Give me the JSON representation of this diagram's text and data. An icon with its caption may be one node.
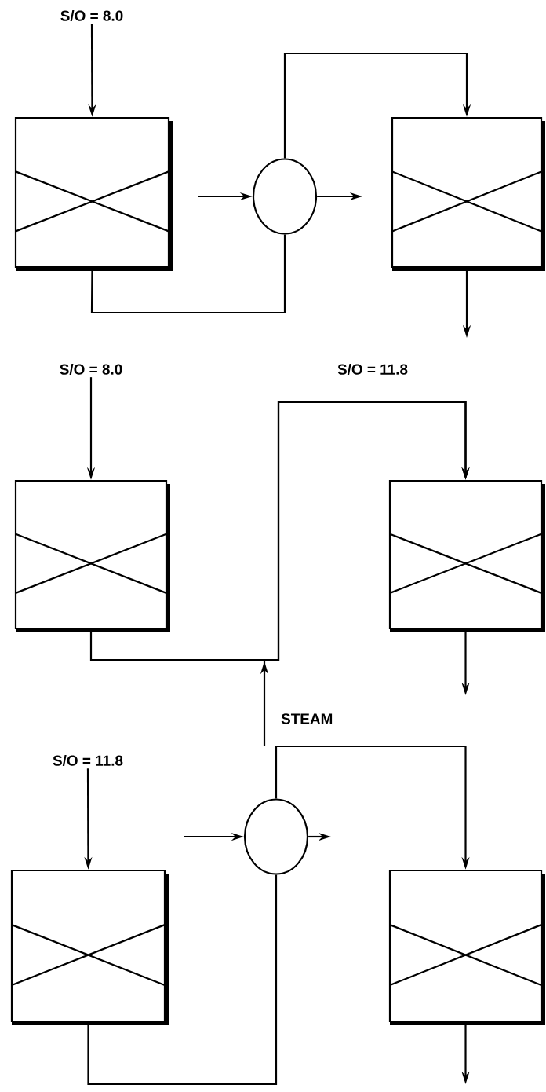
{
  "diagram": {
    "nodes": [
      {
        "text": [
          "S/O = 8.0"
        ]
      },
      {
        "text": [],
        "shape": "box"
      },
      {
        "text": [],
        "shape": "circle"
      },
      {
        "text": [],
        "shape": "box"
      },
      {
        "text": [
          "S/O = 8.0"
        ]
      },
      {
        "text": [],
        "shape": "box"
      },
      {
        "text": [],
        "shape": "box"
      },
      {
        "text": [
          "STEAM"
        ]
      },
      {
        "text": [
          "S/O = 11.8"
        ]
      },
      {
        "text": [],
        "shape": "box"
      },
      {
        "text": [],
        "shape": "circle"
      },
      {
        "text": [],
        "shape": "box"
      }
    ],
    "edges": [
      {
        "from": 0,
        "to": 1,
        "arrow": "to"
      },
      {
        "from": 1,
        "to": 2,
        "arrow": "none"
      },
      {
        "from": null,
        "to": 2,
        "arrow": "to"
      },
      {
        "from": 2,
        "to": null,
        "arrow": "to"
      },
      {
        "from": 2,
        "to": 3,
        "arrow": "to"
      },
      {
        "from": 3,
        "to": null,
        "arrow": "to"
      },
      {
        "from": 4,
        "to": 5,
        "arrow": "to"
      },
      {
        "from": 5,
        "to": 6,
        "arrow": "to",
        "label": "S/O = 11.8"
      },
      {
        "from": 7,
        "to": 6,
        "arrow": "to"
      },
      {
        "from": 6,
        "to": null,
        "arrow": "to"
      },
      {
        "from": 8,
        "to": 9,
        "arrow": "to"
      },
      {
        "from": 9,
        "to": 10,
        "arrow": "none"
      },
      {
        "from": null,
        "to": 10,
        "arrow": "to"
      },
      {
        "from": 10,
        "to": null,
        "arrow": "to"
      },
      {
        "from": 10,
        "to": 11,
        "arrow": "to"
      },
      {
        "from": 11,
        "to": null,
        "arrow": "to"
      }
    ]
  }
}
